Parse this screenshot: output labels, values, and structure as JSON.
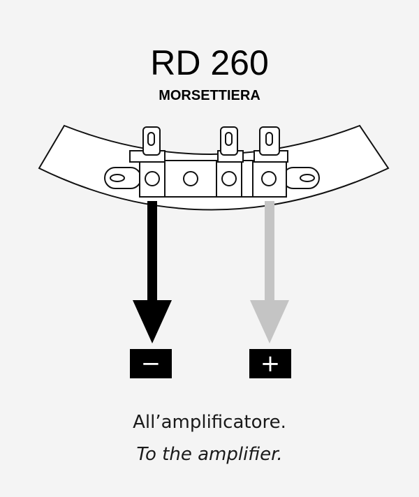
{
  "header": {
    "model": "RD 260",
    "subtitle": "MORSETTIERA"
  },
  "terminals": {
    "negative": {
      "symbol": "−",
      "arrow_color": "#000000"
    },
    "positive": {
      "symbol": "+",
      "arrow_color": "#c4c4c4"
    }
  },
  "caption": {
    "italian": "All’amplificatore.",
    "english": "To the amplifier."
  }
}
